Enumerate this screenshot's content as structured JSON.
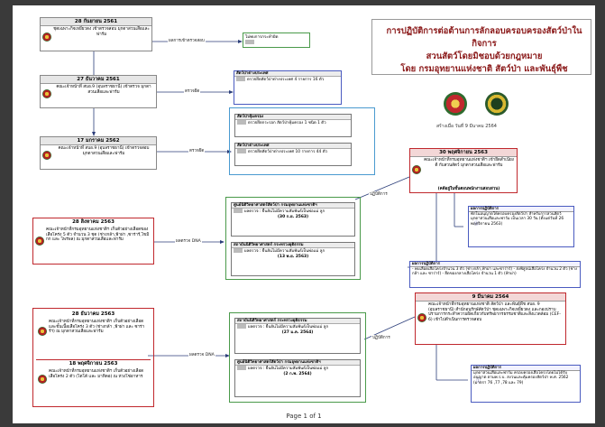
{
  "title": {
    "line1": "การปฏิบัติการต่อต้านการลักลอบครอบครองสัตว์ป่าในกิจการ",
    "line2": "สวนสัตว์โดยมิชอบด้วยกฎหมาย",
    "line3": "โดย กรมอุทยานแห่งชาติ สัตว์ป่า และพันธุ์พืช",
    "created": "สร้างเมื่อ วันที่ 9 มีนาคม 2564"
  },
  "timeline": [
    {
      "date": "28 กันยายน 2561",
      "text": "ชุดเฉพาะกิจเหยี่ยวดง เข้าตรวจสอบ มุกดาสวนเสือและฟาร์ม"
    },
    {
      "date": "27 ธันวาคม 2561",
      "text": "คณะเจ้าหน้าที่ สบอ.9 (อุบลราชธานี) เข้าตรวจ มุกดาสวนเสือและฟาร์ม"
    },
    {
      "date": "17 มกราคม 2562",
      "text": "คณะเจ้าหน้าที่ สบอ.9 (อุบลราชธานี) เข้าตรวจสอบ มุกดาสวนเสือและฟาร์ม"
    },
    {
      "date": "28 สิงหาคม 2563",
      "text": "คณะเจ้าหน้าที่กรมอุทยานแห่งชาติฯ เก็บตัวอย่างเลือดของเสือโคร่ง 5 ตัว จำนวน 3 ชุด (ช่างกล้า,ฟ้าผ่า ,ซาร่าร์,ไขมิกก และ ไพร่พล) ณ มุกดาสวนเสือและฟาร์ม"
    },
    {
      "date": "28 ธันวาคม 2563",
      "text": "คณะเจ้าหน้าที่กรมอุทยานแห่งชาติฯ เก็บตัวอย่างเลือด และขั้นเนื้อเสือโคร่ง 3 ตัว (ช่างกล้า ,ฟ้าผ่า และ ซาร่าร์ฯ) ณ มุกดาสวนเสือและฟาร์ม"
    },
    {
      "date": "18 พฤศจิกายน 2563",
      "text": "คณะเจ้าหน้าที่กรมอุทยานแห่งชาติฯ เก็บตัวอย่างเลือดเสือโคร่ง 2 ตัว (โตโต้ และ มาหิดอ) ณ ห่วงโซ่อาหาร"
    }
  ],
  "results": {
    "r1": {
      "label": "ผลการเข้าตรวจสอบ",
      "text": "ไม่พบการกระทำผิด"
    },
    "r2": {
      "label": "ตรวจยึด",
      "head": "สัตว์ป่าต่างประเทศ",
      "text": "ตรวจยึดสัตว์ป่าต่างประเทศ 4 รายการ 16 ตัว"
    },
    "r3": {
      "label": "ตรวจยึด",
      "head1": "สัตว์ป่าคุ้มครอง",
      "text1": "ตรวจยึดกระรอก สัตว์ป่าคุ้มครอง 1 ชนิด 1 ตัว",
      "head2": "สัตว์ป่าต่างประเทศ",
      "text2": "ตรวจยึดสัตว์ป่าต่างประเทศ 10 รายการ 44 ตัว"
    },
    "dna1": {
      "label": "ผลตรวจ DNA",
      "head1": "ศูนย์นิติวิทยาศาสตร์สัตว์ป่า กรมอุทยานแห่งชาติฯ",
      "text1": "ผลตรวจ : ยืนยันไม่มีความสัมพันธ์เป็นพ่อแม่ ลูก",
      "date1": "(30 ก.ย. 2563)",
      "head2": "สถาบันนิติวิทยาศาสตร์ กระทรวงยุติธรรม",
      "text2": "ผลตรวจ : ยืนยันไม่มีความสัมพันธ์เป็นพ่อแม่ ลูก",
      "date2": "(13 พ.ย. 2563)"
    },
    "dna2": {
      "label": "ผลตรวจ DNA",
      "head1": "สถาบันนิติวิทยาศาสตร์ กระทรวงยุติธรรม",
      "text1": "ผลตรวจ : ยืนยันไม่มีความสัมพันธ์เป็นพ่อแม่ ลูก",
      "date1": "(27 ม.ค. 2564)",
      "head2": "ศูนย์นิติวิทยาศาสตร์สัตว์ป่า กรมอุทยานแห่งชาติฯ",
      "text2": "ผลตรวจ : ยืนยันไม่มีความสัมพันธ์เป็นพ่อแม่ ลูก",
      "date2": "(2 ก.พ. 2564)"
    }
  },
  "action1": {
    "label": "ปฏิบัติการ",
    "date": "30 พฤศจิกายน 2563",
    "text": "คณะเจ้าหน้าที่กรมอุทยานแห่งชาติฯ เข้ายึดสำเนียงดี กับสวนสัตว์ มุกดาสวนเสือและฟาร์ม",
    "sub": "(คดีอยู่ในขั้นตอนพนักงานสอบสวน)",
    "note1_head": "ผลการปฏิบัติการ",
    "note1_text": "พักในอนุญาตให้ครอบครองสัตว์ป่า สำหรับการสวนสัตว์ มุกดาสวนเสือและฟาร์ม เป็นเวลา 30 วัน (ตั้งแต่วันที่ 26 พฤศจิกายน 2563)",
    "note2_head": "ผลการปฏิบัติการ",
    "note2_text": "- พบเลือดเสือโคร่งจำนวน 3 ตัว (ช่างกล้า,ฟ้าผ่า และซาร่าร์) - ส่งพิสูจน์เสือโคร่ง จำนวน 2 ตัว (ช่างกล้า และ ซาร่าร์) - ยึดของกลางเสือโคร่ง จำนวน 1 ตัว (ฟ้าผ่า)"
  },
  "action2": {
    "label": "ปฏิบัติการ",
    "date": "9 มีนาคม 2564",
    "text": "คณะเจ้าหน้าที่กรมอุทยานแห่งชาติ สัตว์ป่า และพันธุ์พืช สบอ. 9 (อุบลราชธานี) สำนักอนุรักษ์สัตว์ป่า ชุดเฉพาะกิจเหยี่ยวดง และกองปราบปรามการกระทำความผิดเกี่ยวกับทรัพยากรธรรมชาติและสิ่งแวดล้อม (CEF-6) เข้าไปดำเนินการตรวจสอบ",
    "note_head": "ผลการปฏิบัติการ",
    "note_text": "มุกดาสวนเสือและฟาร์ม ครอบครองเสือโคร่งโดยไม่ได้รับอนุญาต ตามพ.ร.บ. สงวนและคุ้มครองสัตว์ป่า พ.ศ. 2562 (มาตรา 76 ,77 ,78 และ 79)"
  },
  "footer": "Page 1 of 1",
  "colors": {
    "red": "#c0282d",
    "blue": "#4a5bc0",
    "green": "#4a9a4a",
    "navy": "#2c3e7a"
  }
}
